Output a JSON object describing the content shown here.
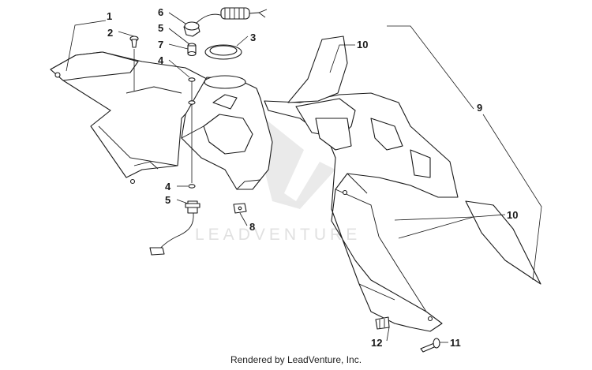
{
  "watermark": {
    "text": "LEADVENTURE"
  },
  "footer": {
    "text": "Rendered by LeadVenture, Inc."
  },
  "callouts": [
    "1",
    "2",
    "3",
    "4",
    "4",
    "5",
    "5",
    "6",
    "7",
    "8",
    "9",
    "10",
    "10",
    "11",
    "12"
  ]
}
